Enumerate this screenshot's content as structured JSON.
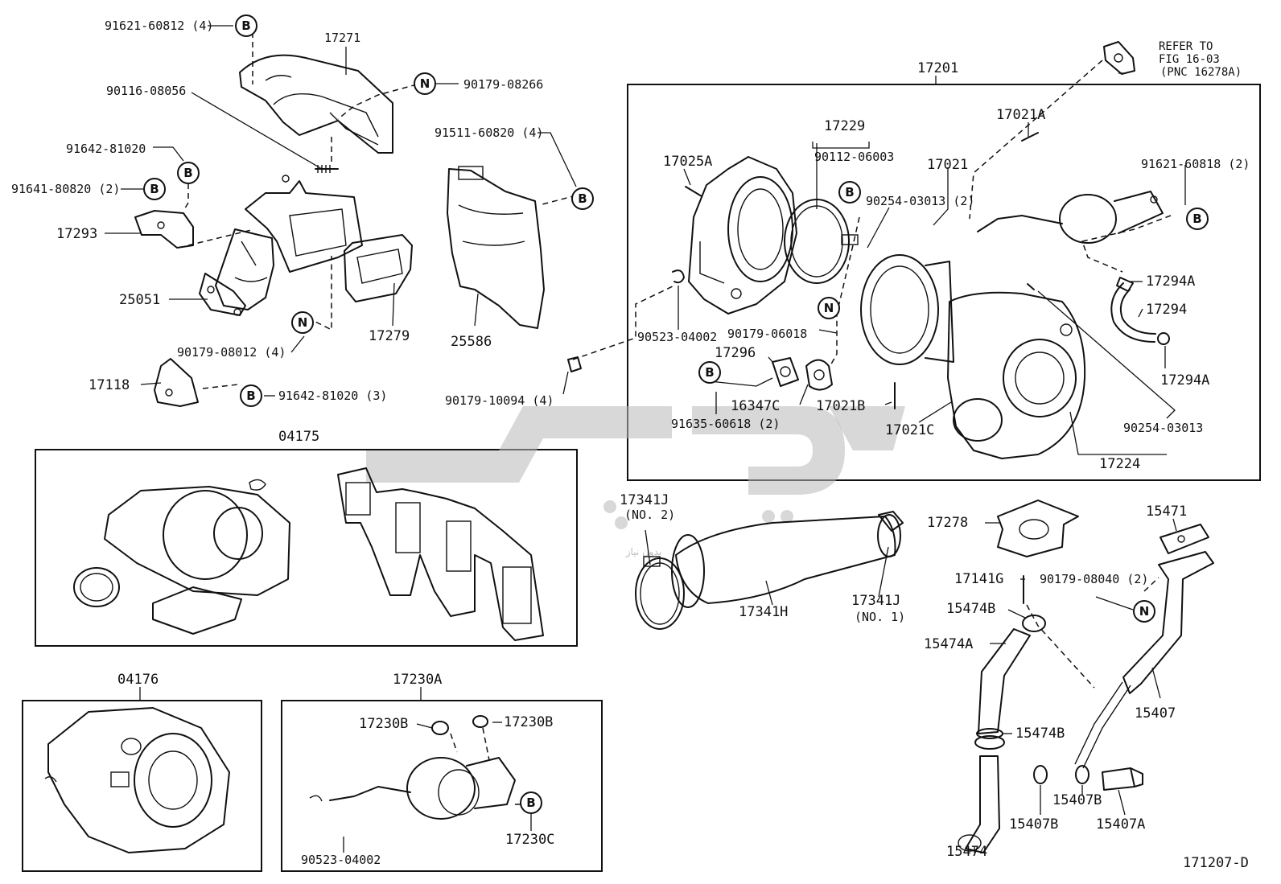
{
  "watermark": {
    "text": "بدون نیاز"
  },
  "drawing_code": "171207-D",
  "callout": {
    "b": "B",
    "n": "N"
  },
  "labels": {
    "p91621_60812": "91621-60812 (4)",
    "p17271": "17271",
    "p90116_08056": "90116-08056",
    "p90179_08266": "90179-08266",
    "p91642_81020": "91642-81020",
    "p91641_80820": "91641-80820 (2)",
    "p17293": "17293",
    "p25051": "25051",
    "p90179_08012": "90179-08012 (4)",
    "p17279": "17279",
    "p91511_60820": "91511-60820 (4)",
    "p25586": "25586",
    "p17118": "17118",
    "p91642_81020_3": "91642-81020 (3)",
    "p90179_10094": "90179-10094 (4)",
    "p04175": "04175",
    "p04176": "04176",
    "p17230A": "17230A",
    "p17230B_left": "17230B",
    "p17230B_right": "17230B",
    "p90523_04002_bot": "90523-04002",
    "p17230C": "17230C",
    "refer_line1": "REFER TO",
    "refer_line2": "FIG 16-03",
    "refer_line3": "(PNC 16278A)",
    "p17201": "17201",
    "p17229": "17229",
    "p90112_06003": "90112-06003",
    "p17021": "17021",
    "p17021A": "17021A",
    "p17025A": "17025A",
    "p90254_03013_2": "90254-03013 (2)",
    "p91621_60818": "91621-60818 (2)",
    "p17294A_top": "17294A",
    "p17294": "17294",
    "p17294A_bot": "17294A",
    "p90523_04002": "90523-04002",
    "p90179_06018": "90179-06018",
    "p17296": "17296",
    "p16347C": "16347C",
    "p17021B": "17021B",
    "p17021C": "17021C",
    "p91635_60618": "91635-60618 (2)",
    "p90254_03013": "90254-03013",
    "p17224": "17224",
    "p17341J_no2": "17341J",
    "no2": "(NO. 2)",
    "p17341H": "17341H",
    "p17341J_no1": "17341J",
    "no1": "(NO. 1)",
    "p17278": "17278",
    "p15471": "15471",
    "p17141G": "17141G",
    "p90179_08040": "90179-08040 (2)",
    "p15474B_top": "15474B",
    "p15474A": "15474A",
    "p15407": "15407",
    "p15474B_bot": "15474B",
    "p15474": "15474",
    "p15407B_left": "15407B",
    "p15407B_right": "15407B",
    "p15407A": "15407A"
  }
}
